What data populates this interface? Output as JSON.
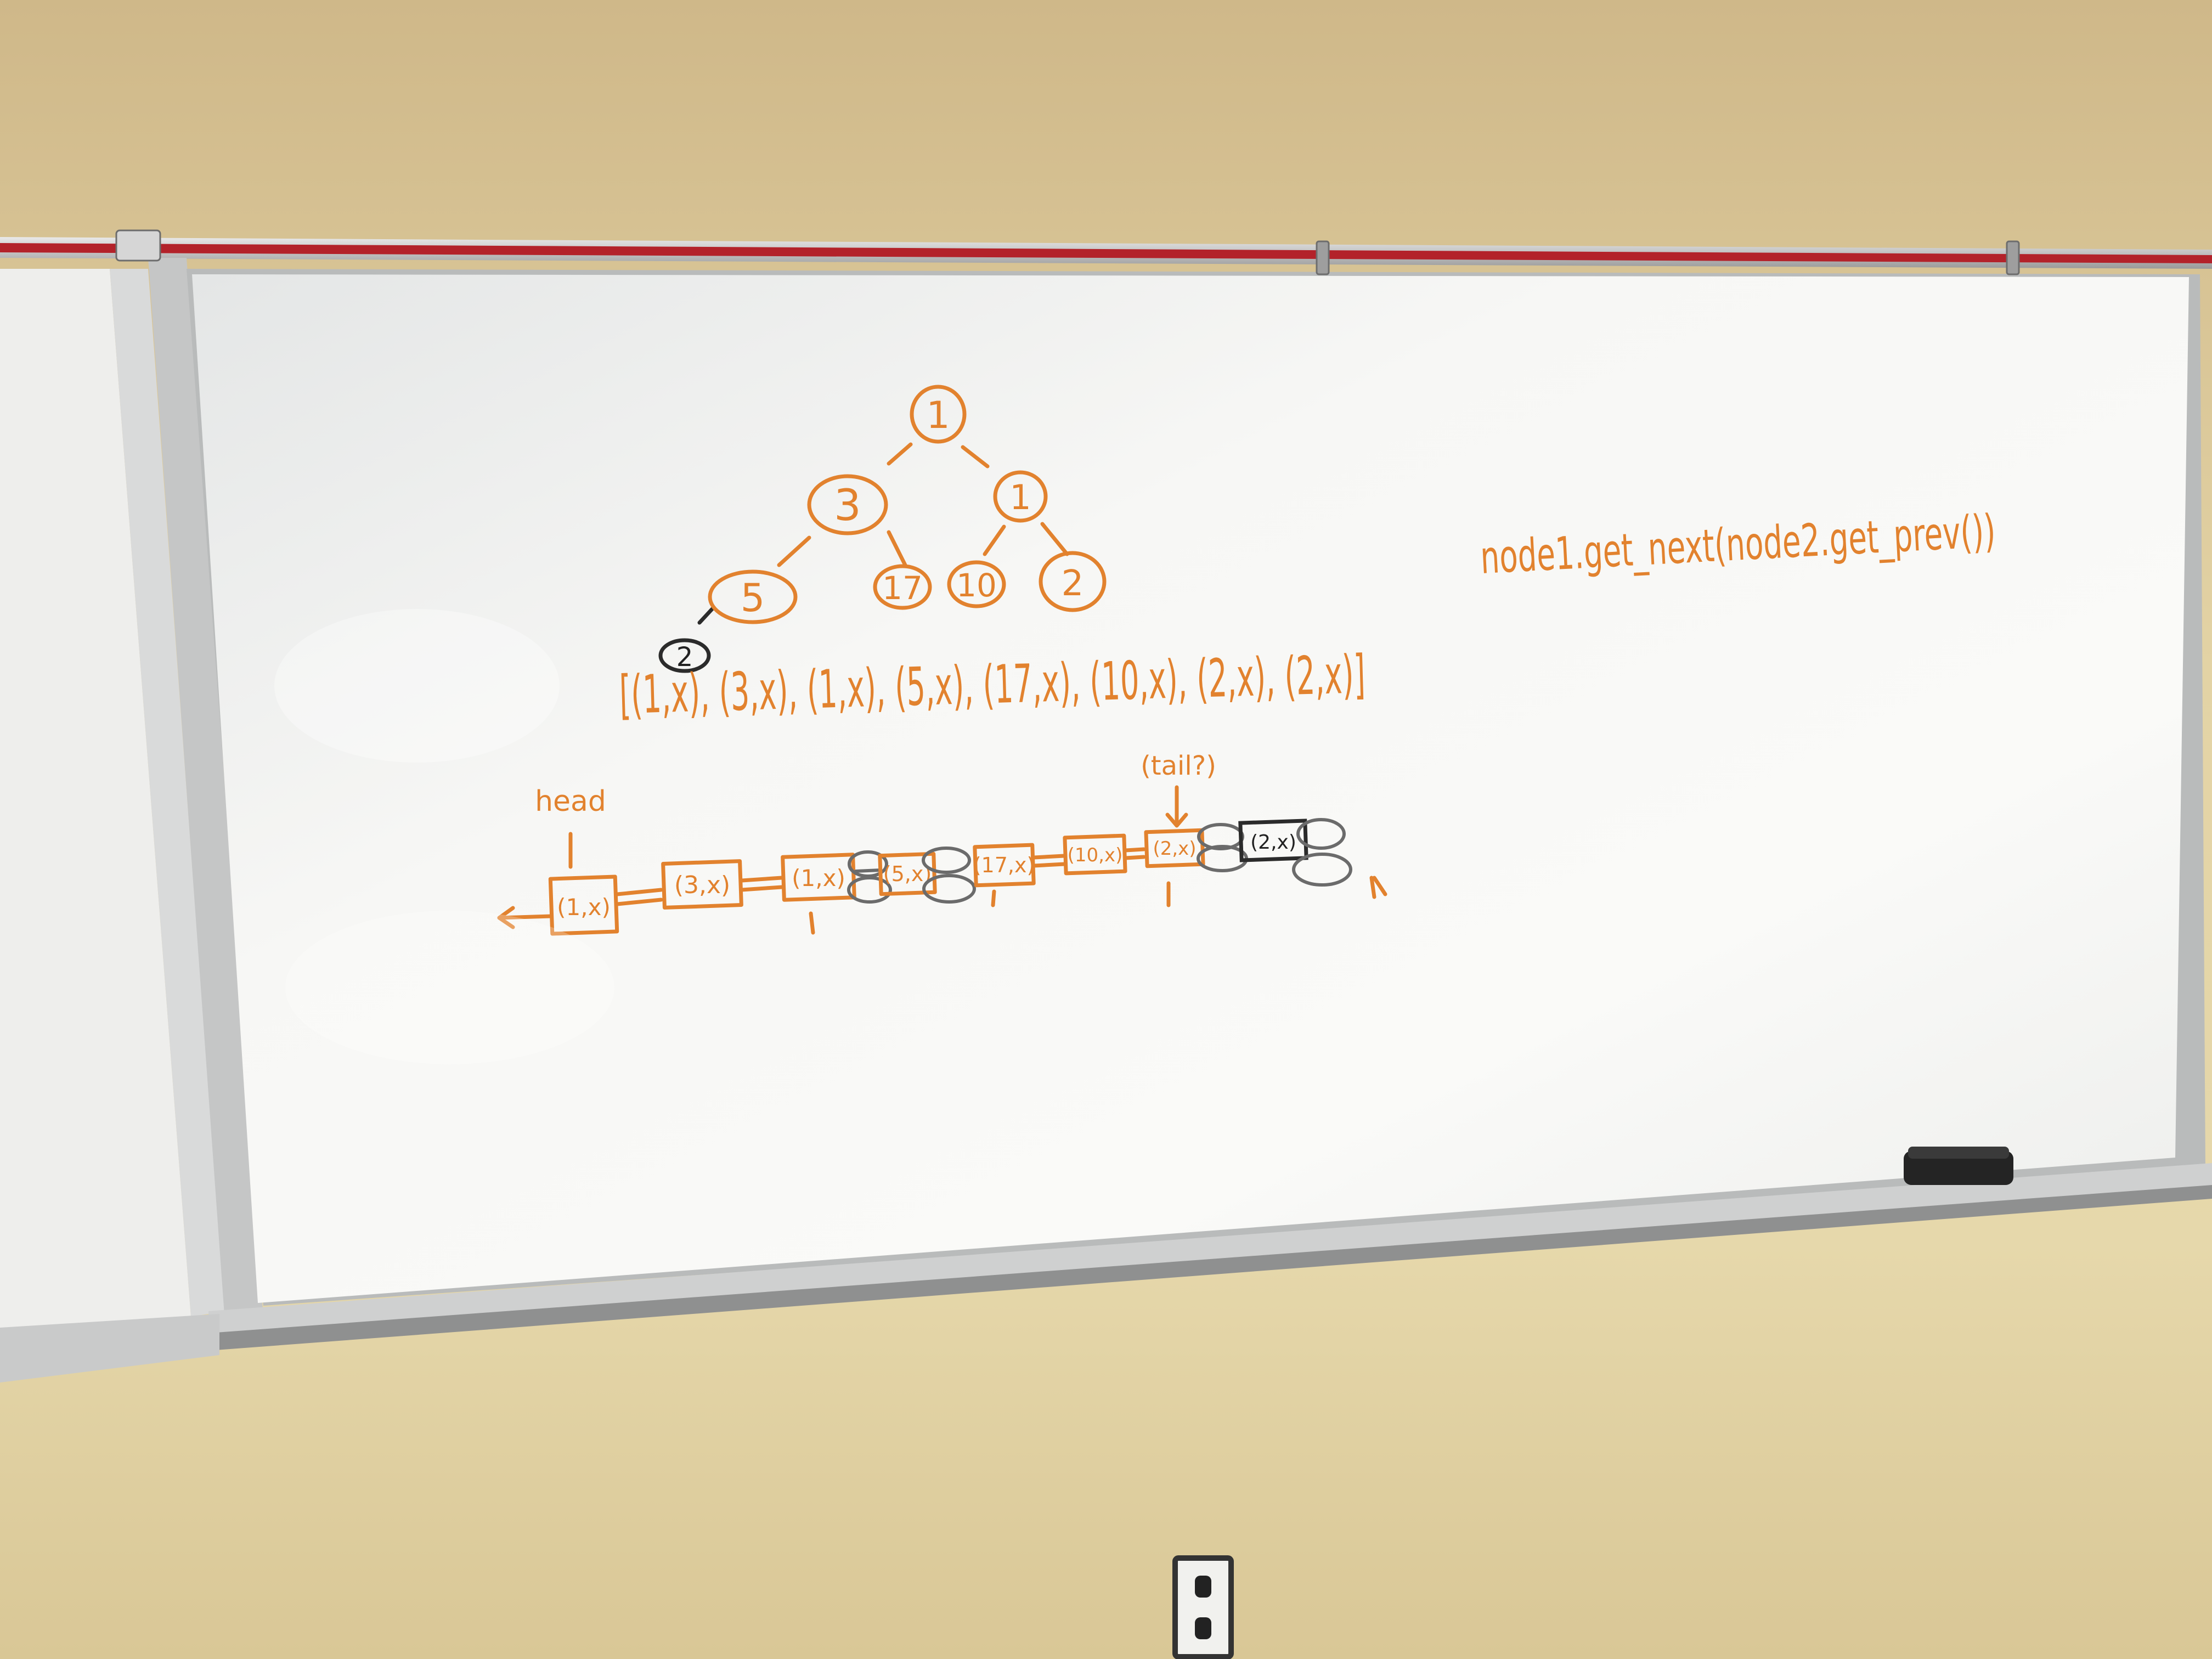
{
  "colors": {
    "marker": "#e2822e",
    "marker_dark": "#2b2b2b",
    "wall": "#e3d3a5",
    "board": "#f6f6f4",
    "rail_red": "#b3222a"
  },
  "tree": {
    "nodes": [
      {
        "id": "root",
        "label": "1"
      },
      {
        "id": "l",
        "label": "3"
      },
      {
        "id": "r",
        "label": "1"
      },
      {
        "id": "ll",
        "label": "5"
      },
      {
        "id": "lr",
        "label": "17"
      },
      {
        "id": "rl",
        "label": "10"
      },
      {
        "id": "rr",
        "label": "2"
      },
      {
        "id": "lll",
        "label": "2"
      }
    ],
    "edges": [
      [
        "root",
        "l"
      ],
      [
        "root",
        "r"
      ],
      [
        "l",
        "ll"
      ],
      [
        "l",
        "lr"
      ],
      [
        "r",
        "rl"
      ],
      [
        "r",
        "rr"
      ],
      [
        "ll",
        "lll"
      ]
    ]
  },
  "array_text": "[(1,x), (3,x), (1,x), (5,x), (17,x), (10,x), (2,x), (2,x)]",
  "list": {
    "head_label": "head",
    "tail_label": "(tail?)",
    "nodes": [
      "(1,x)",
      "(3,x)",
      "(1,x)",
      "(5,x)",
      "(17,x)",
      "(10,x)",
      "(2,x)",
      "(2,x)"
    ]
  },
  "code_text": "node1.get_next(node2.get_prev())",
  "icons": [
    "eraser-icon",
    "power-outlet-icon",
    "board-clip-icon"
  ]
}
